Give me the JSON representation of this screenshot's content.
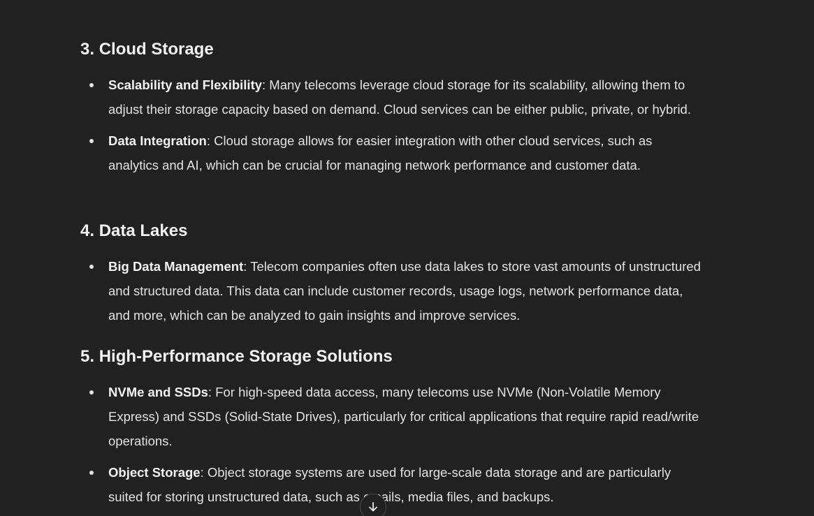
{
  "sections": [
    {
      "number": "3.",
      "title": "Cloud Storage",
      "items": [
        {
          "term": "Scalability and Flexibility",
          "text": ": Many telecoms leverage cloud storage for its scalability, allowing them to adjust their storage capacity based on demand. Cloud services can be either public, private, or hybrid."
        },
        {
          "term": "Data Integration",
          "text": ": Cloud storage allows for easier integration with other cloud services, such as analytics and AI, which can be crucial for managing network performance and customer data."
        }
      ]
    },
    {
      "number": "4.",
      "title": "Data Lakes",
      "items": [
        {
          "term": "Big Data Management",
          "text": ": Telecom companies often use data lakes to store vast amounts of unstructured and structured data. This data can include customer records, usage logs, network performance data, and more, which can be analyzed to gain insights and improve services."
        }
      ]
    },
    {
      "number": "5.",
      "title": "High-Performance Storage Solutions",
      "items": [
        {
          "term": "NVMe and SSDs",
          "text": ": For high-speed data access, many telecoms use NVMe (Non-Volatile Memory Express) and SSDs (Solid-State Drives), particularly for critical applications that require rapid read/write operations."
        },
        {
          "term": "Object Storage",
          "text": ": Object storage systems are used for large-scale data storage and are particularly suited for storing unstructured data, such as emails, media files, and backups."
        }
      ]
    }
  ],
  "scroll_button": {
    "icon": "arrow-down-icon"
  }
}
